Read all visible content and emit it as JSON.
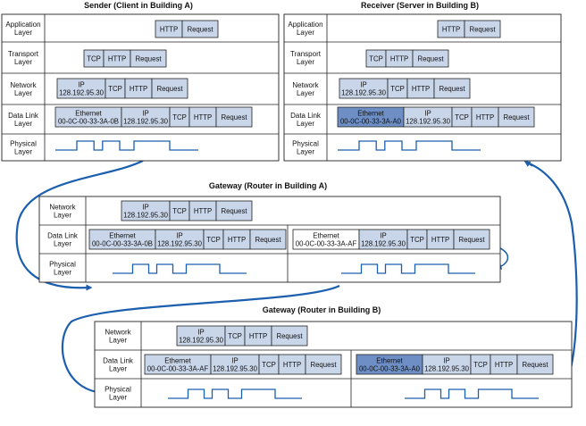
{
  "sections": {
    "sender": {
      "title": "Sender (Client in Building A)",
      "layers": [
        "Application Layer",
        "Transport Layer",
        "Network Layer",
        "Data Link Layer",
        "Physical Layer"
      ],
      "app": [
        "HTTP",
        "Request"
      ],
      "transport": [
        "TCP",
        "HTTP",
        "Request"
      ],
      "network": [
        "IP 128.192.95.30",
        "TCP",
        "HTTP",
        "Request"
      ],
      "datalink": [
        "Ethernet 00-0C-00-33-3A-0B",
        "IP 128.192.95.30",
        "TCP",
        "HTTP",
        "Request"
      ]
    },
    "receiver": {
      "title": "Receiver (Server in Building B)",
      "layers": [
        "Application Layer",
        "Transport Layer",
        "Network Layer",
        "Data Link Layer",
        "Physical Layer"
      ],
      "app": [
        "HTTP",
        "Request"
      ],
      "transport": [
        "TCP",
        "HTTP",
        "Request"
      ],
      "network": [
        "IP 128.192.95.30",
        "TCP",
        "HTTP",
        "Request"
      ],
      "datalink": [
        "Ethernet 00-0C-00-33-3A-A0",
        "IP 128.192.95.30",
        "TCP",
        "HTTP",
        "Request"
      ]
    },
    "gatewayA": {
      "title": "Gateway (Router in Building A)",
      "layers": [
        "Network Layer",
        "Data Link Layer",
        "Physical Layer"
      ],
      "network": [
        "IP 128.192.95.30",
        "TCP",
        "HTTP",
        "Request"
      ],
      "datalink_in": [
        "Ethernet 00-0C-00-33-3A-0B",
        "IP 128.192.95.30",
        "TCP",
        "HTTP",
        "Request"
      ],
      "datalink_out": [
        "Ethernet 00-0C-00-33-3A-AF",
        "IP 128.192.95.30",
        "TCP",
        "HTTP",
        "Request"
      ]
    },
    "gatewayB": {
      "title": "Gateway (Router in Building B)",
      "layers": [
        "Network Layer",
        "Data Link Layer",
        "Physical Layer"
      ],
      "network": [
        "IP 128.192.95.30",
        "TCP",
        "HTTP",
        "Request"
      ],
      "datalink_in": [
        "Ethernet 00-0C-00-33-3A-AF",
        "IP 128.192.95.30",
        "TCP",
        "HTTP",
        "Request"
      ],
      "datalink_out": [
        "Ethernet 00-0C-00-33-3A-A0",
        "IP 128.192.95.30",
        "TCP",
        "HTTP",
        "Request"
      ]
    }
  },
  "colors": {
    "cell_fill": "#c9d6ea",
    "ethernet_dark_fill": "#6e8fc6",
    "arrow": "#1b5fae",
    "border": "#222222",
    "pulse": "#1b5fae"
  }
}
